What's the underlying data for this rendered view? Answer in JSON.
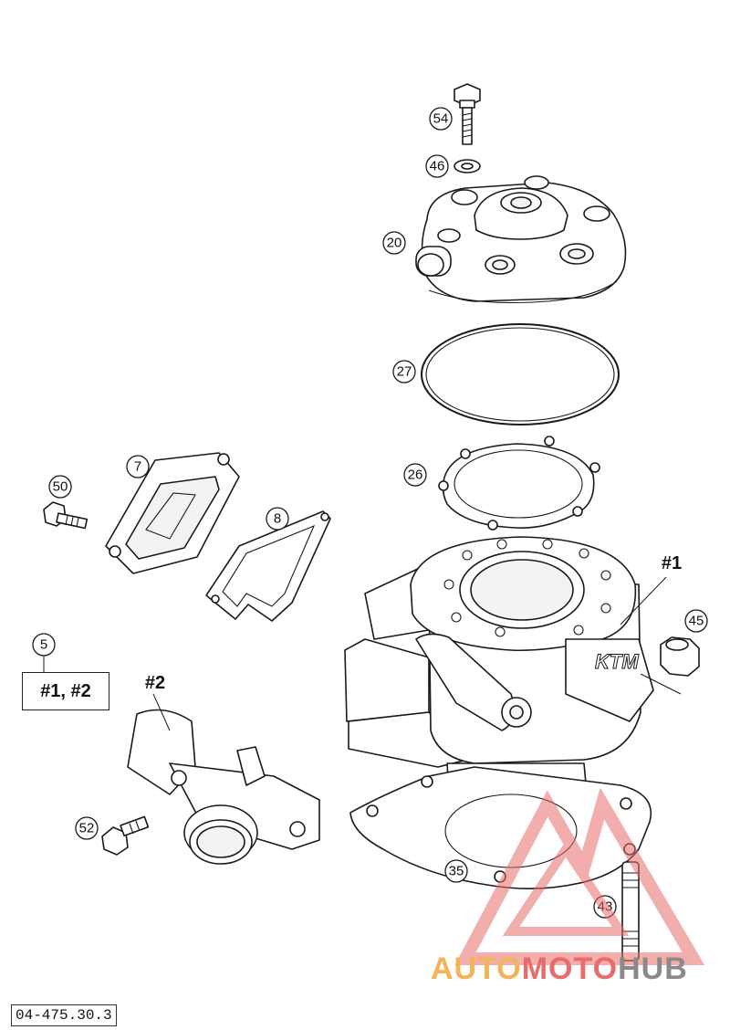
{
  "callouts": {
    "c54": "54",
    "c46": "46",
    "c20": "20",
    "c27": "27",
    "c26": "26",
    "c7": "7",
    "c8": "8",
    "c50": "50",
    "c5": "5",
    "c45": "45",
    "c35": "35",
    "c52": "52",
    "c43": "43"
  },
  "references": {
    "r1": "#1",
    "r2": "#2"
  },
  "group_box_label": "#1, #2",
  "drawing_number": "04-475.30.3",
  "watermark": {
    "part_a": "AUTO",
    "part_b": "MOTO",
    "part_c": "HUB",
    "color_a": "#f3b357",
    "color_b": "#e96b6b",
    "color_c": "#8a8a8a"
  }
}
